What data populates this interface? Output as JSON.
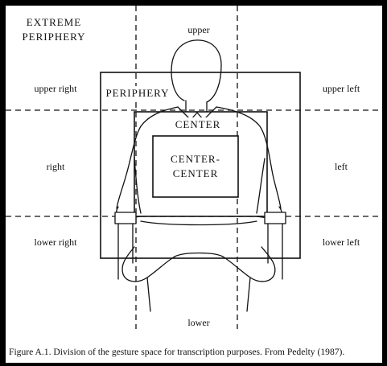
{
  "labels": {
    "extreme_periphery_line1": "EXTREME",
    "extreme_periphery_line2": "PERIPHERY",
    "periphery": "PERIPHERY",
    "center": "CENTER",
    "center_center_line1": "CENTER-",
    "center_center_line2": "CENTER",
    "upper": "upper",
    "upper_right": "upper right",
    "upper_left": "upper left",
    "right": "right",
    "left": "left",
    "lower_right": "lower right",
    "lower_left": "lower left",
    "lower": "lower"
  },
  "caption": "Figure A.1. Division of the gesture space for transcription purposes. From Pedelty (1987).",
  "colors": {
    "background": "#ffffff",
    "border": "#000000",
    "ink": "#111111"
  }
}
